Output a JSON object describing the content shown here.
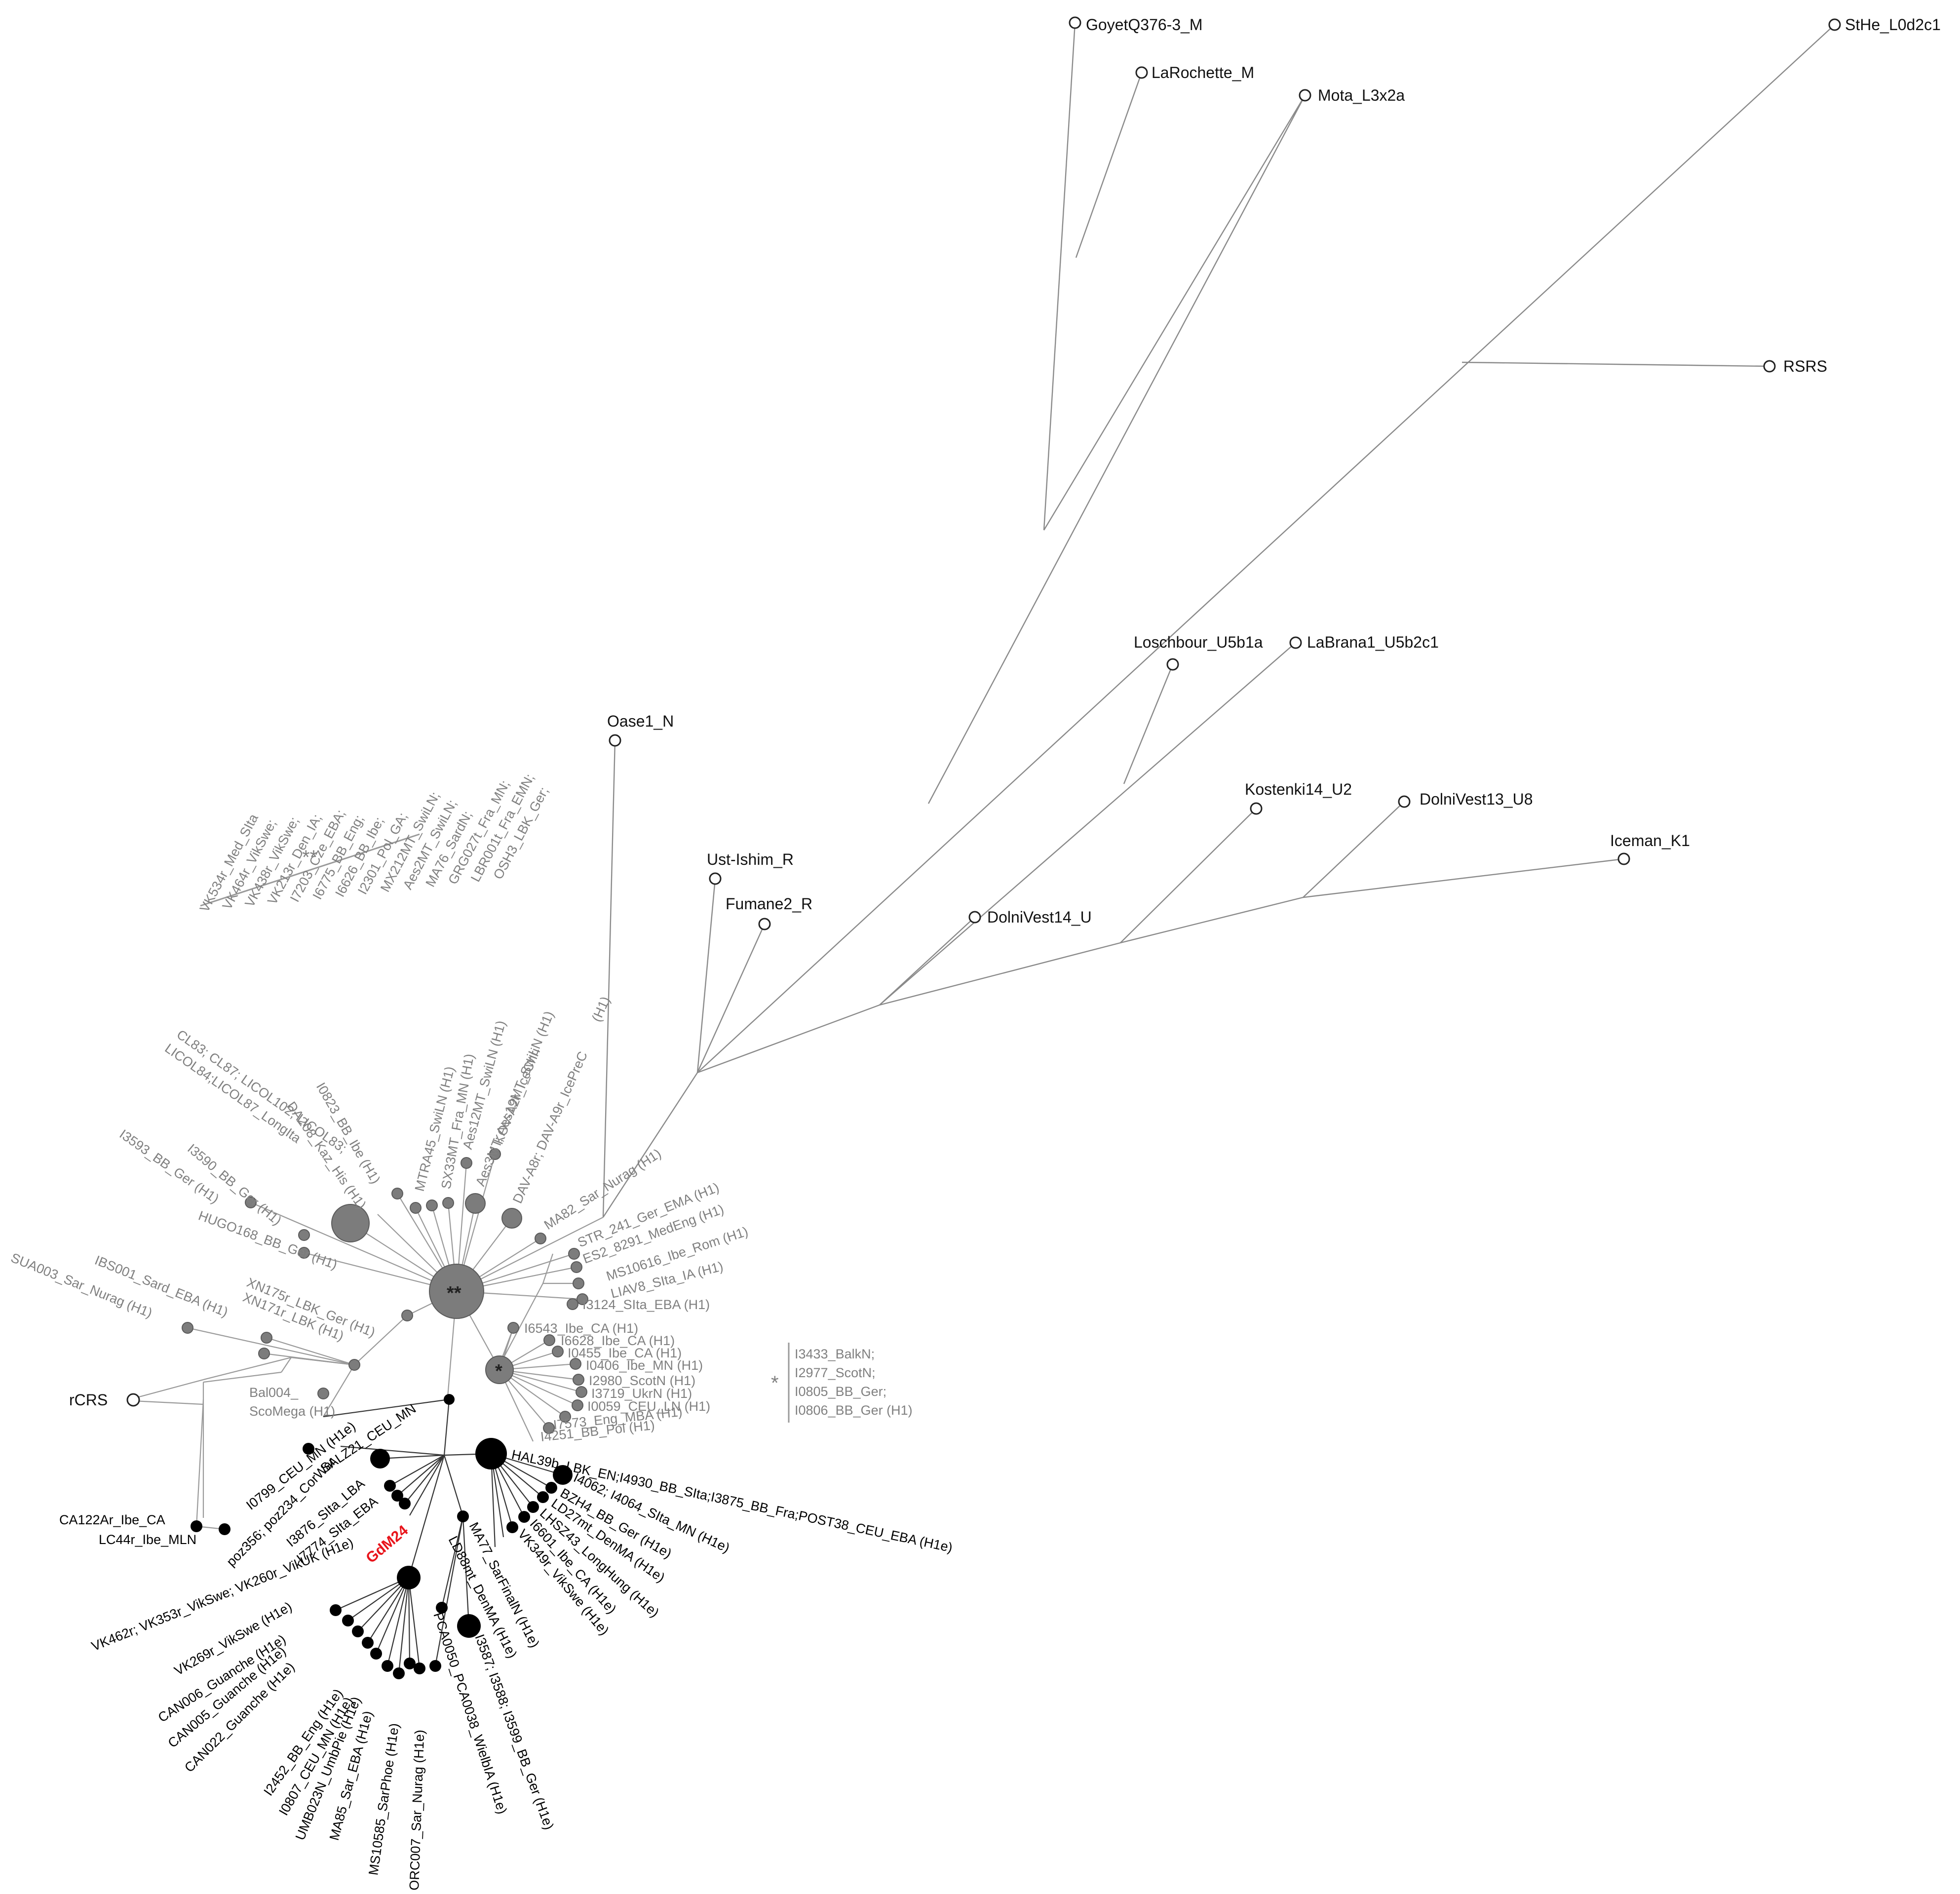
{
  "outgroups": {
    "goyet": "GoyetQ376-3_M",
    "larochette": "LaRochette_M",
    "mota": "Mota_L3x2a",
    "sthe": "StHe_L0d2c1",
    "rsrs": "RSRS",
    "loschbour": "Loschbour_U5b1a",
    "labrana": "LaBrana1_U5b2c1",
    "oase": "Oase1_N",
    "kostenki": "Kostenki14_U2",
    "dolni13": "DolniVest13_U8",
    "iceman": "Iceman_K1",
    "ustishim": "Ust-Ishim_R",
    "fumane": "Fumane2_R",
    "dolni14": "DolniVest14_U",
    "rcrs": "rCRS"
  },
  "h1_group": {
    "star2_mark": "**",
    "star2_list_mark": "**",
    "star2_list": [
      "OSH3_LBK_Ger;",
      "LBR001t_Fra_EMN;",
      "GRG027t_Fra_MN;",
      "MA76_SardN;",
      "Aes2MT_SwiLN;",
      "MX212MT_SwiLN;",
      "I2301_Pol_GA;",
      "I6626_BB_Ibe;",
      "I6775_BB_Eng;",
      "I7203_Cze_EBA;",
      "VK213r_Den_IA;",
      "VK438r_VikSwe;",
      "VK464r_VikSwe;",
      "VK534r_Med_SIta"
    ],
    "star1_mark": "*",
    "star1_list_mark": "*",
    "star1_list": [
      "I3433_BalkN;",
      "I2977_ScotN;",
      "I0805_BB_Ger;",
      "I0806_BB_Ger (H1)"
    ],
    "radial_labels": {
      "cl83": "CL83; CL87; LICOL102; LICOL83;",
      "licol84": "LICOL84;LICOL87_LongIta",
      "da208": "DA208_Kaz_His (H1)",
      "i0823": "I0823_BB_Ibe (H1)",
      "mtra45": "MTRA45_SwiLN (H1)",
      "sx33": "SX33MT_Fra_MN (H1)",
      "aes12": "Aes12MT_SwiLN (H1)",
      "aes3": "Aes3MT; Aes19MT_SwiLN (H1)",
      "kov": "KOV-A2r_IceChri",
      "dav": "DAV-A8r; DAV-A9r_IcePreC",
      "dav_h1": "(H1)",
      "i3593": "I3593_BB_Ger (H1)",
      "i3590": "I3590_BB_Ger (H1)",
      "hugo": "HUGO168_BB_Ger (H1)",
      "ma82": "MA82_Sar_Nurag (H1)",
      "str241": "STR_241_Ger_EMA (H1)",
      "es2": "ES2_8291_MedEng (H1)",
      "ms10616": "MS10616_Ibe_Rom (H1)",
      "liav8": "LIAV8_SIta_IA (H1)",
      "i3124": "I3124_SIta_EBA (H1)",
      "xn175": "XN175r_LBK_Ger (H1)",
      "xn171": "XN171r_LBK (H1)",
      "ibs001": "IBS001_Sard_EBA (H1)",
      "sua003": "SUA003_Sar_Nurag (H1)",
      "i6543": "I6543_Ibe_CA (H1)",
      "i6628": "I6628_Ibe_CA (H1)",
      "i0455": "I0455_Ibe_CA (H1)",
      "i0406": "I0406_Ibe_MN (H1)",
      "i2980": "I2980_ScotN (H1)",
      "i3719": "I3719_UkrN (H1)",
      "i0059": "I0059_CEU_LN (H1)",
      "i7573": "I7573_Eng_MBA (H1)",
      "i4251": "I4251_BB_Pol (H1)",
      "bal004a": "Bal004_",
      "bal004b": "ScoMega (H1)"
    }
  },
  "h1e_group": {
    "labels": {
      "ca122": "CA122Ar_Ibe_CA",
      "lc44": "LC44r_Ibe_MLN",
      "i0799": "I0799_CEU_MN (H1e)",
      "salz21": "SALZ21_CEU_MN",
      "poz": "poz356; poz234_CorWar",
      "i3876": "I3876_SIta_LBA",
      "i7774": "I7774_SIta_EBA",
      "gdm24": "GdM24",
      "hal39b": "HAL39b_LBK_EN;I4930_BB_SIta;I3875_BB_Fra;POST38_CEU_EBA (H1e)",
      "i4062": "I4062; I4064_SIta_MN (H1e)",
      "bzh4": "BZH4_BB_Ger (H1e)",
      "ld27": "LD27mt_DenMA (H1e)",
      "lhsz43": "LHSZ43_LongHung (H1e)",
      "i6601": "I6601_Ibe_CA (H1e)",
      "vk349": "VK349r_VikSwe (H1e)",
      "ma77": "MA77_SarFinalN (H1e)",
      "ld88": "LD88mt_DenMA (H1e)",
      "i3587": "I3587; I3588; I3599_BB_Ger (H1e)",
      "pca0050": "PCA0050_PCA0038_WielbIA (H1e)",
      "orc007": "ORC007_Sar_Nurag (H1e)",
      "ms10585": "MS10585_SarPhoe (H1e)",
      "ma85": "MA85_Sar_EBA (H1e)",
      "umb": "UMB023N_UmbPie (H1e)",
      "i0807": "I0807_CEU_MN (H1e)",
      "i2452": "I2452_BB_Eng (H1e)",
      "can022": "CAN022_Guanche (H1e)",
      "can005": "CAN005_Guanche (H1e)",
      "can006": "CAN006_Guanche (H1e)",
      "vk269": "VK269r_VikSwe (H1e)",
      "vk462": "VK462r; VK353r_VikSwe; VK260r_VikUK (H1e)"
    }
  },
  "colors": {
    "sample_node": "#000000",
    "reference_node": "#ffffff",
    "h1_node": "#7c7c7c",
    "highlight": "#e8141b"
  }
}
